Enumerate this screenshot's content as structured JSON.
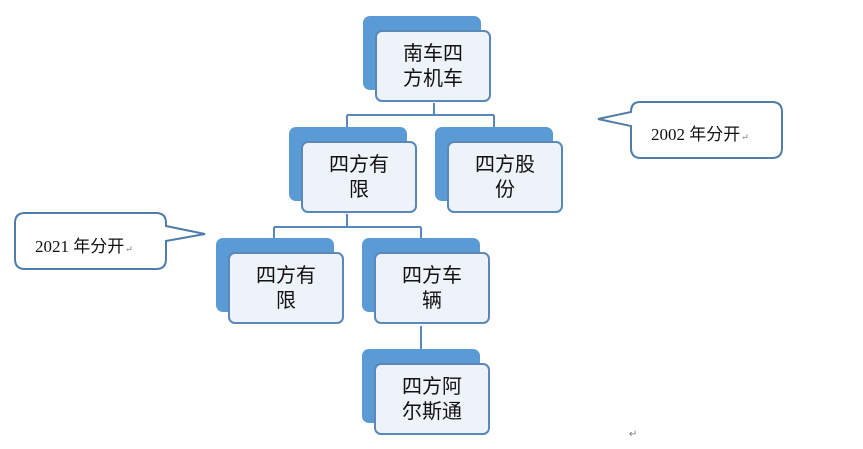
{
  "nodes": [
    {
      "id": "root",
      "label": "南车四方机车"
    },
    {
      "id": "limited-1",
      "label": "四方有限"
    },
    {
      "id": "shares",
      "label": "四方股份"
    },
    {
      "id": "limited-2",
      "label": "四方有限"
    },
    {
      "id": "vehicle",
      "label": "四方车辆"
    },
    {
      "id": "alstom",
      "label": "四方阿尔斯通"
    }
  ],
  "edges": [
    {
      "from": "root",
      "to": "limited-1"
    },
    {
      "from": "root",
      "to": "shares"
    },
    {
      "from": "limited-1",
      "to": "limited-2"
    },
    {
      "from": "limited-1",
      "to": "vehicle"
    },
    {
      "from": "vehicle",
      "to": "alstom"
    }
  ],
  "callouts": [
    {
      "id": "split-2002",
      "text": "2002 年分开",
      "mark": "↵"
    },
    {
      "id": "split-2021",
      "text": "2021 年分开",
      "mark": "↵"
    }
  ],
  "paragraph_mark": "↵",
  "colors": {
    "box_back": "#5b9bd5",
    "box_front": "#eef3fa",
    "box_border": "#5a88bb",
    "connector": "#5a88bb",
    "callout_border": "#4f7da8"
  }
}
